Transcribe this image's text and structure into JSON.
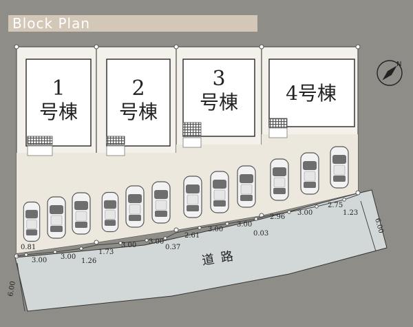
{
  "title": "Block Plan",
  "lots": [
    {
      "num": "1",
      "suffix": "号棟"
    },
    {
      "num": "2",
      "suffix": "号棟"
    },
    {
      "num": "3",
      "suffix": "号棟"
    },
    {
      "num": "4",
      "suffix": "号棟"
    }
  ],
  "road": {
    "label": "道 路",
    "width_right": "6.00",
    "width_left": "6.00"
  },
  "compass": {
    "label": "N"
  },
  "frontage": {
    "lot1": [
      "0.81",
      "3.00",
      "3.00",
      "1.26"
    ],
    "lot2": [
      "1.73",
      "3.00",
      "3.00",
      "0.37"
    ],
    "lot3": [
      "2.61",
      "3.00",
      "3.00",
      "0.03"
    ],
    "lot4": [
      "2.96",
      "3.00",
      "2.75",
      "1.23"
    ]
  }
}
